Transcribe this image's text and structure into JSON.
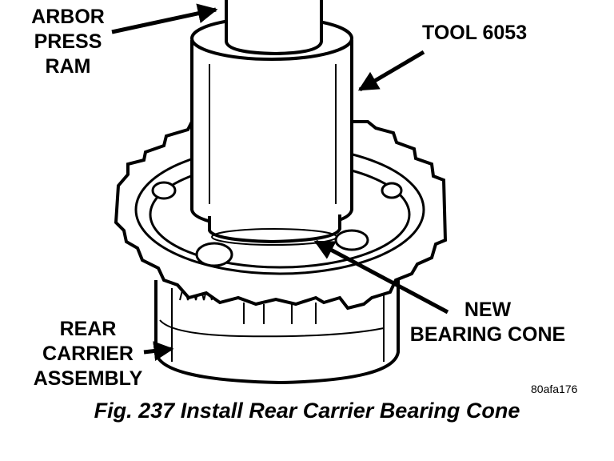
{
  "labels": {
    "arbor_press_ram": [
      "ARBOR",
      "PRESS",
      "RAM"
    ],
    "tool": "TOOL 6053",
    "new_bearing_cone": [
      "NEW",
      "BEARING CONE"
    ],
    "rear_carrier_assembly": [
      "REAR",
      "CARRIER",
      "ASSEMBLY"
    ]
  },
  "figure_code": "80afa176",
  "caption": "Fig. 237 Install Rear Carrier Bearing Cone"
}
